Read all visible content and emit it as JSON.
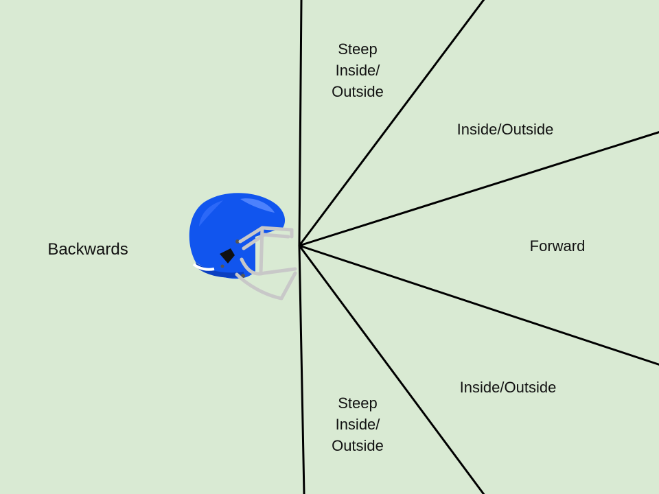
{
  "colors": {
    "background": "#d9ead3",
    "divider_lines": "#000000",
    "label_text": "#111111",
    "helmet_shell": "#1155ee",
    "helmet_facemask": "#c8c8c8"
  },
  "labels": {
    "backwards": "Backwards",
    "forward": "Forward",
    "upper_inside_outside": "Inside/Outside",
    "lower_inside_outside": "Inside/Outside",
    "upper_steep": [
      "Steep",
      "Inside/",
      "Outside"
    ],
    "lower_steep": [
      "Steep",
      "Inside/",
      "Outside"
    ]
  },
  "icons": {
    "helmet": "football-helmet-icon"
  }
}
